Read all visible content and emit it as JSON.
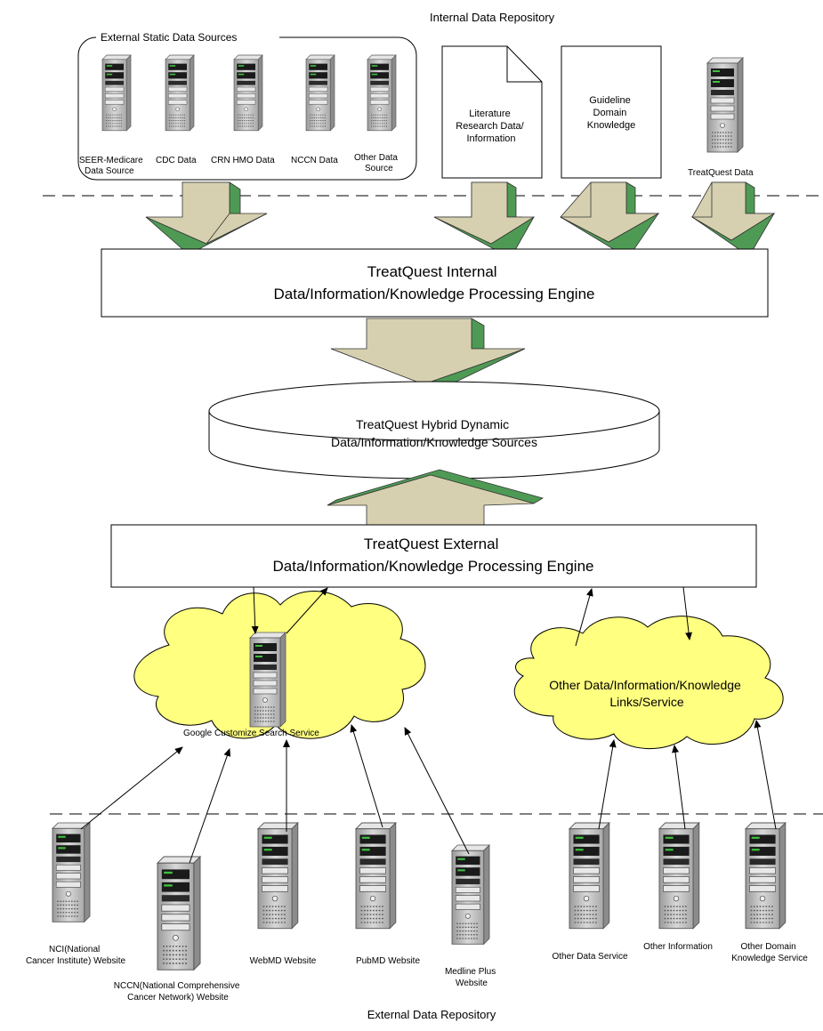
{
  "labels": {
    "internal_repo": "Internal Data Repository",
    "external_static_title": "External Static Data Sources",
    "external_repo": "External Data Repository"
  },
  "sources": {
    "seer": [
      "SEER-Medicare",
      "Data Source"
    ],
    "cdc": "CDC Data",
    "crn": "CRN HMO Data",
    "nccn_data": "NCCN Data",
    "other_source": [
      "Other Data",
      "Source"
    ]
  },
  "internal": {
    "literature": [
      "Literature",
      "Research Data/",
      "Information"
    ],
    "guideline": [
      "Guideline",
      "Domain",
      "Knowledge"
    ],
    "treatquest_data": "TreatQuest Data"
  },
  "engines": {
    "internal": [
      "TreatQuest Internal",
      "Data/Information/Knowledge Processing Engine"
    ],
    "hybrid": [
      "TreatQuest Hybrid Dynamic",
      "Data/Information/Knowledge Sources"
    ],
    "external": [
      "TreatQuest External",
      "Data/Information/Knowledge Processing Engine"
    ]
  },
  "clouds": {
    "google": "Google Customize Search Service",
    "other": [
      "Other Data/Information/Knowledge",
      "Links/Service"
    ]
  },
  "websites": {
    "nci": [
      "NCI(National",
      "Cancer Institute) Website"
    ],
    "nccn": [
      "NCCN(National Comprehensive",
      "Cancer Network) Website"
    ],
    "webmd": "WebMD Website",
    "pubmd": "PubMD Website",
    "medline": [
      "Medline Plus",
      "Website"
    ]
  },
  "other_services": {
    "data": "Other Data Service",
    "info": "Other Information",
    "domain": [
      "Other Domain",
      "Knowledge Service"
    ]
  },
  "colors": {
    "arrow_fill": "#d6d0b0",
    "arrow_side": "#4e9a55",
    "cloud": "#ffff80",
    "server_body": "#c8c8c8"
  }
}
